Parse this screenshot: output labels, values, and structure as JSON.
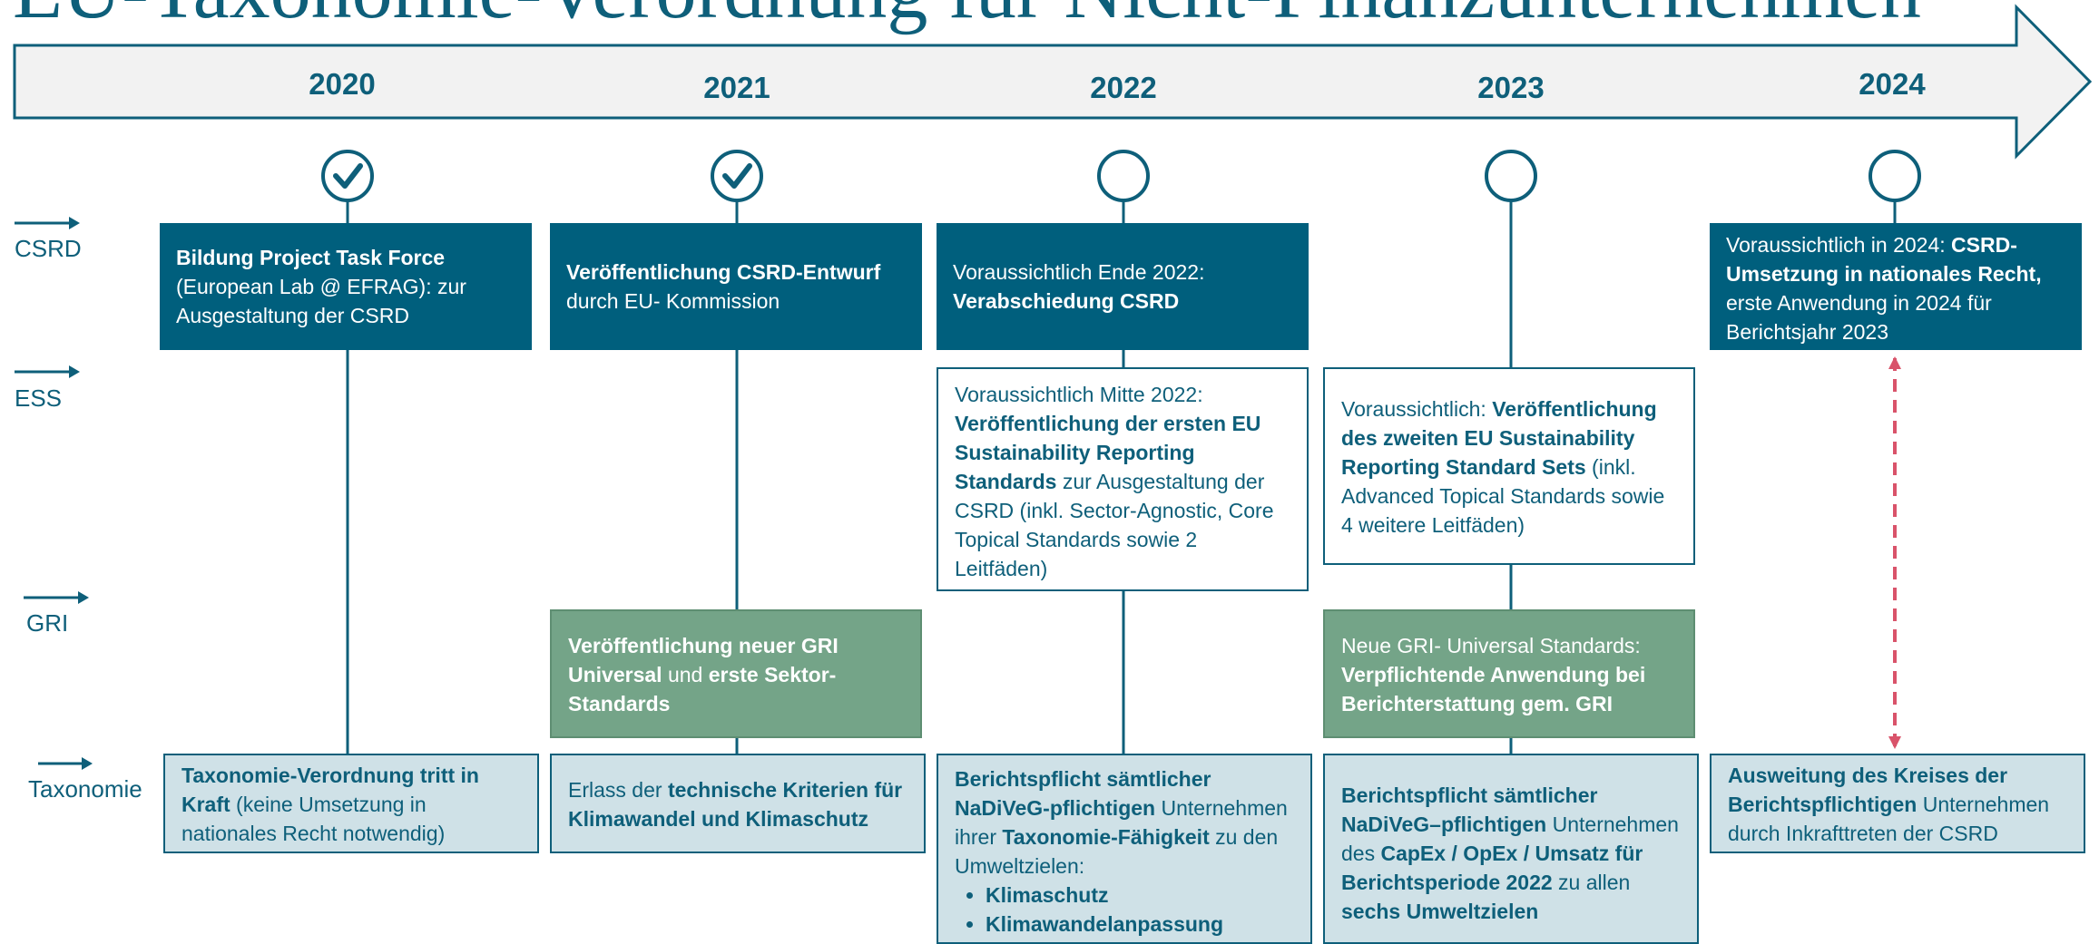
{
  "title": "EU-Taxonomie-Verordnung für Nicht-Finanzunternehmen",
  "years": [
    "2020",
    "2021",
    "2022",
    "2023",
    "2024"
  ],
  "row_labels": {
    "csrd": "CSRD",
    "ess": "ESS",
    "gri": "GRI",
    "taxonomie": "Taxonomie"
  },
  "milestones": [
    {
      "year": "2020",
      "status": "done"
    },
    {
      "year": "2021",
      "status": "done"
    },
    {
      "year": "2022",
      "status": "open"
    },
    {
      "year": "2023",
      "status": "open"
    },
    {
      "year": "2024",
      "status": "open"
    }
  ],
  "boxes": {
    "csrd_2020": {
      "b1": "Bildung Project Task Force",
      "t1": " (European Lab @ EFRAG): zur Ausgestaltung der CSRD"
    },
    "csrd_2021": {
      "b1": "Veröffentlichung CSRD-Entwurf",
      "t1": " durch EU- Kommission"
    },
    "csrd_2022": {
      "t1": "Voraussichtlich Ende 2022:",
      "b1": "Verabschiedung CSRD"
    },
    "csrd_2024": {
      "t1": "Voraussichtlich in 2024: ",
      "b1": "CSRD-Umsetzung in nationales Recht,",
      "t2": " erste Anwendung in 2024 für Berichtsjahr 2023"
    },
    "ess_2022": {
      "t1": "Voraussichtlich Mitte 2022:",
      "b1": "Veröffentlichung der ersten EU Sustainability Reporting Standards",
      "t2": " zur Ausgestaltung der CSRD (inkl. Sector-Agnostic, Core Topical Standards sowie 2 Leitfäden)"
    },
    "ess_2023": {
      "t1": "Voraussichtlich: ",
      "b1": "Veröffentlichung des zweiten EU Sustainability Reporting Standard Sets",
      "t2": " (inkl. Advanced Topical Standards sowie 4 weitere Leitfäden)"
    },
    "gri_2021": {
      "b1": "Veröffentlichung neuer GRI Universal",
      "t1": " und ",
      "b2": "erste Sektor-Standards"
    },
    "gri_2023": {
      "t1": "Neue GRI- Universal Standards:",
      "b1": "Verpflichtende Anwendung bei Berichterstattung gem. GRI"
    },
    "tax_2020": {
      "b1": "Taxonomie-Verordnung tritt in Kraft",
      "t1": " (keine Umsetzung in nationales Recht notwendig)"
    },
    "tax_2021": {
      "t1": "Erlass der ",
      "b1": "technische Kriterien für Klimawandel und Klimaschutz"
    },
    "tax_2022": {
      "b1": "Berichtspflicht sämtlicher NaDiVeG-pflichtigen",
      "t1": " Unternehmen ihrer ",
      "b2": "Taxonomie-Fähigkeit",
      "t2": " zu den Umweltzielen:",
      "bullets": [
        "Klimaschutz",
        "Klimawandelanpassung"
      ]
    },
    "tax_2023": {
      "b1": "Berichtspflicht sämtlicher NaDiVeG–pflichtigen",
      "t1": " Unternehmen des ",
      "b2": "CapEx / OpEx / Umsatz für Berichtsperiode 2022",
      "t2": " zu allen ",
      "b3": "sechs Umweltzielen"
    },
    "tax_2024": {
      "b1": "Ausweitung des Kreises der Berichtspflichtigen",
      "t1": " Unternehmen durch Inkrafttreten der CSRD"
    }
  },
  "colors": {
    "primary": "#0e5f7a",
    "csrd_fill": "#005f7d",
    "gri_fill": "#74a488",
    "tax_fill": "#cfe1e7",
    "arrow_fill": "#f2f2f2",
    "dashed_connector": "#d9536a"
  }
}
